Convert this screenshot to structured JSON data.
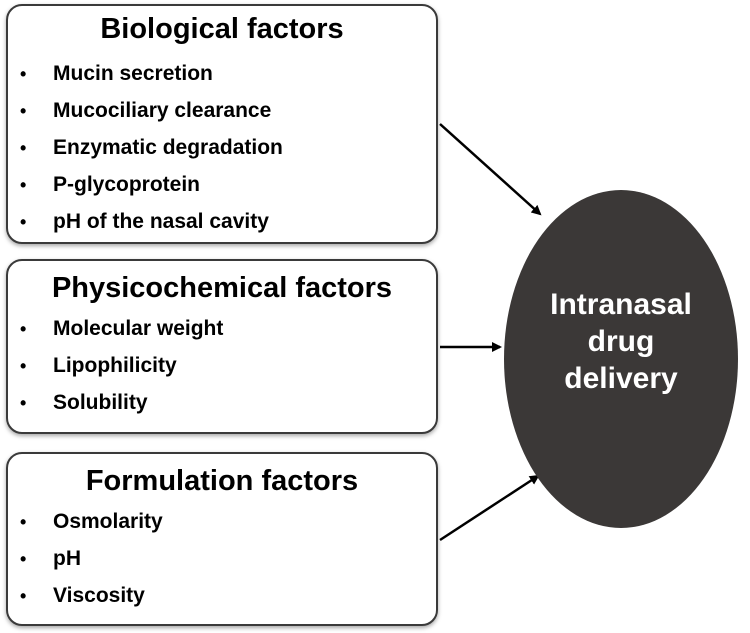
{
  "boxes": [
    {
      "title": "Biological factors",
      "items": [
        "Mucin secretion",
        "Mucociliary clearance",
        "Enzymatic degradation",
        "P-glycoprotein",
        "pH of the nasal cavity"
      ]
    },
    {
      "title": "Physicochemical factors",
      "items": [
        "Molecular weight",
        "Lipophilicity",
        "Solubility"
      ]
    },
    {
      "title": "Formulation factors",
      "items": [
        "Osmolarity",
        "pH",
        "Viscosity"
      ]
    }
  ],
  "bullet": "•",
  "center": {
    "lines": [
      "Intranasal",
      "drug",
      "delivery"
    ],
    "fill": "#3b3837"
  },
  "colors": {
    "box_border": "#3a3a3a",
    "arrow": "#000000"
  }
}
